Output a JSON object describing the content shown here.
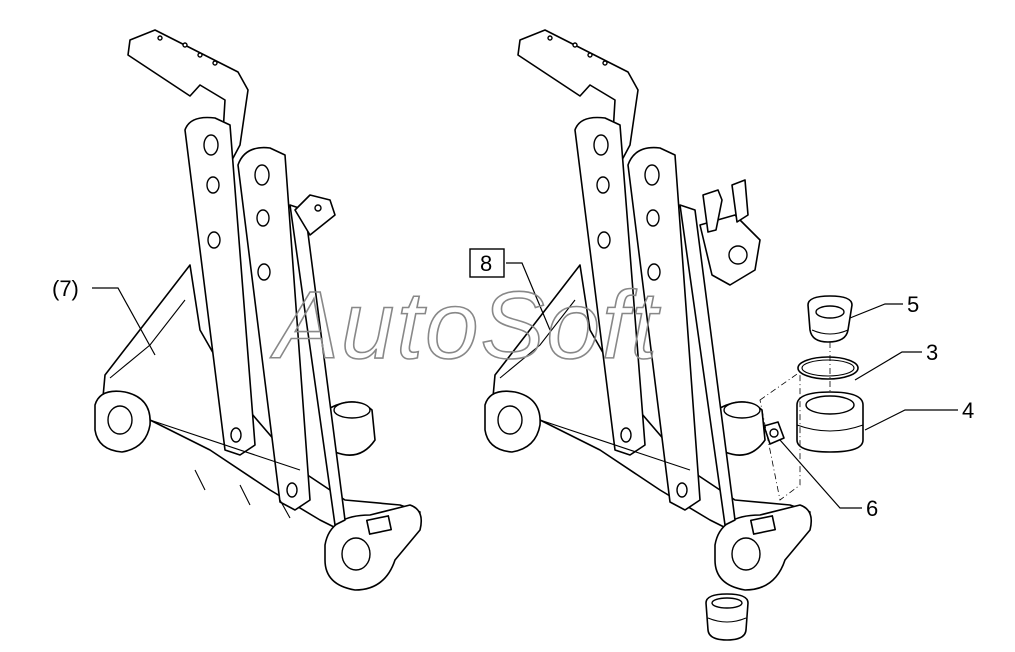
{
  "watermark": "AutoSoft",
  "callouts": {
    "left_assembly": "(7)",
    "boxed": "8",
    "c5": "5",
    "c3": "3",
    "c4": "4",
    "c6": "6"
  }
}
